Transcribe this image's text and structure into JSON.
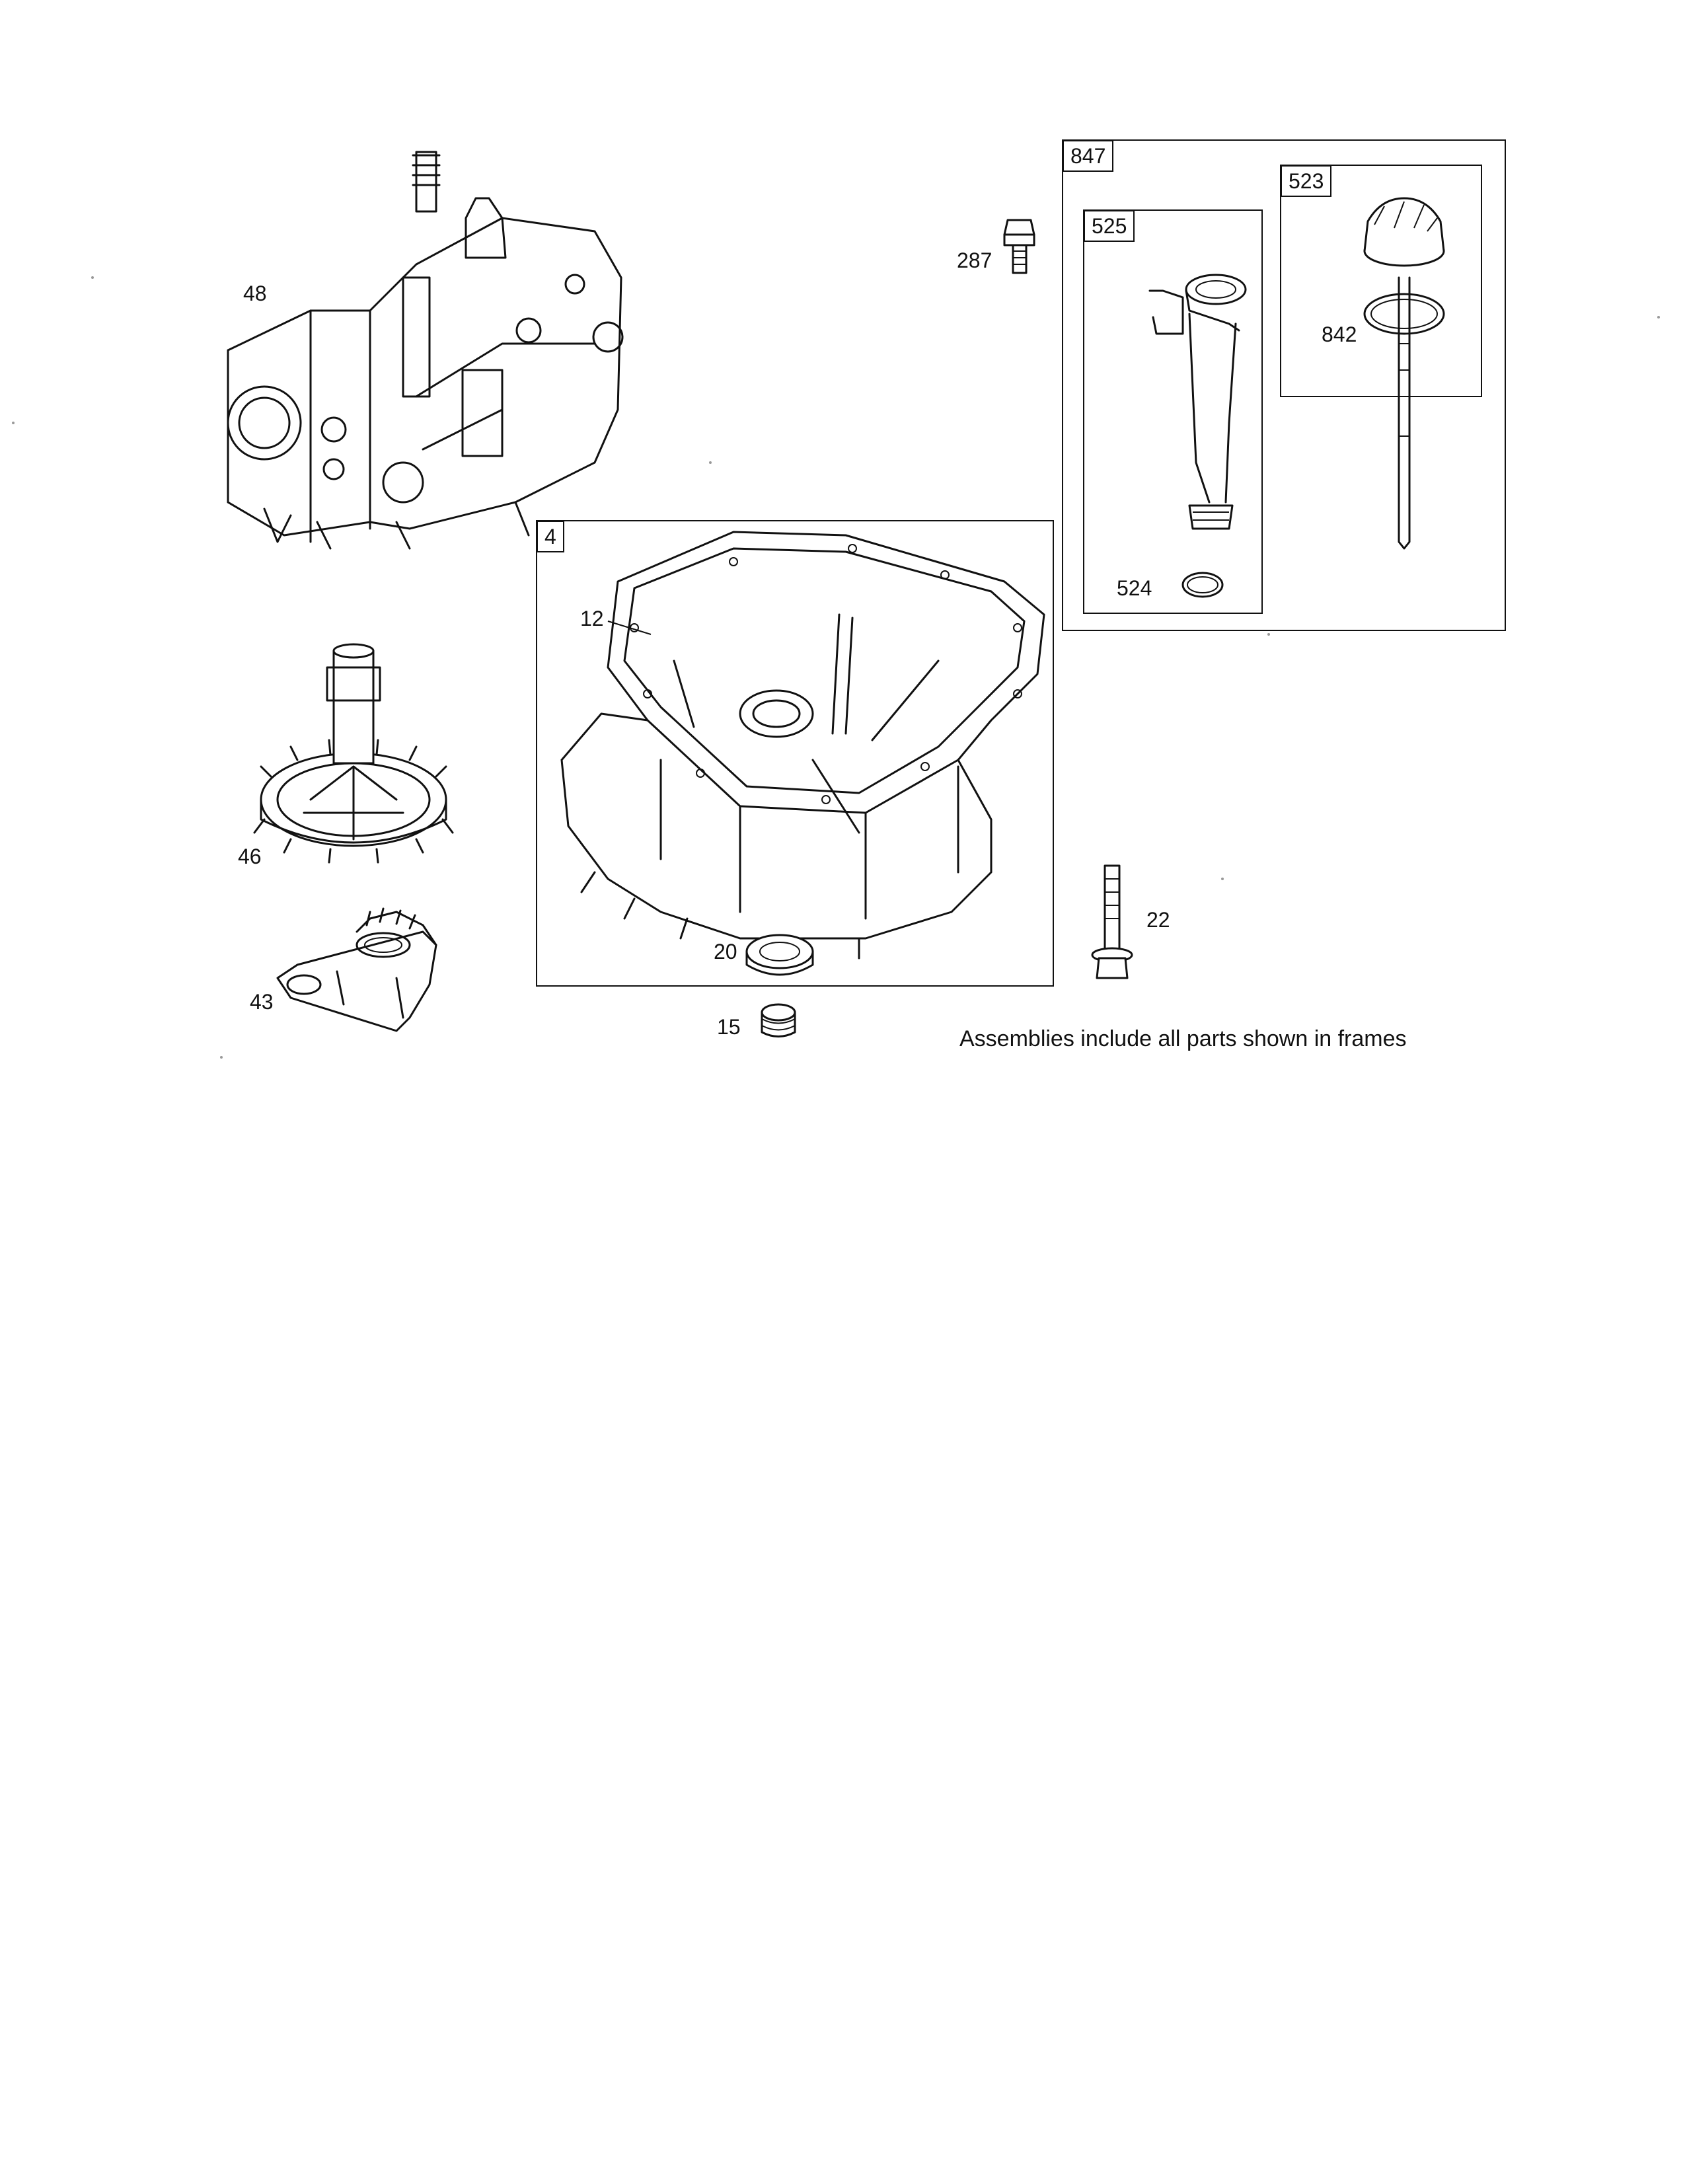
{
  "frames": {
    "f847": "847",
    "f525": "525",
    "f523": "523",
    "f4": "4"
  },
  "callouts": {
    "p48": "48",
    "p287": "287",
    "p842": "842",
    "p524": "524",
    "p12": "12",
    "p46": "46",
    "p43": "43",
    "p20": "20",
    "p15": "15",
    "p22": "22"
  },
  "note": "Assemblies include all parts shown in frames"
}
